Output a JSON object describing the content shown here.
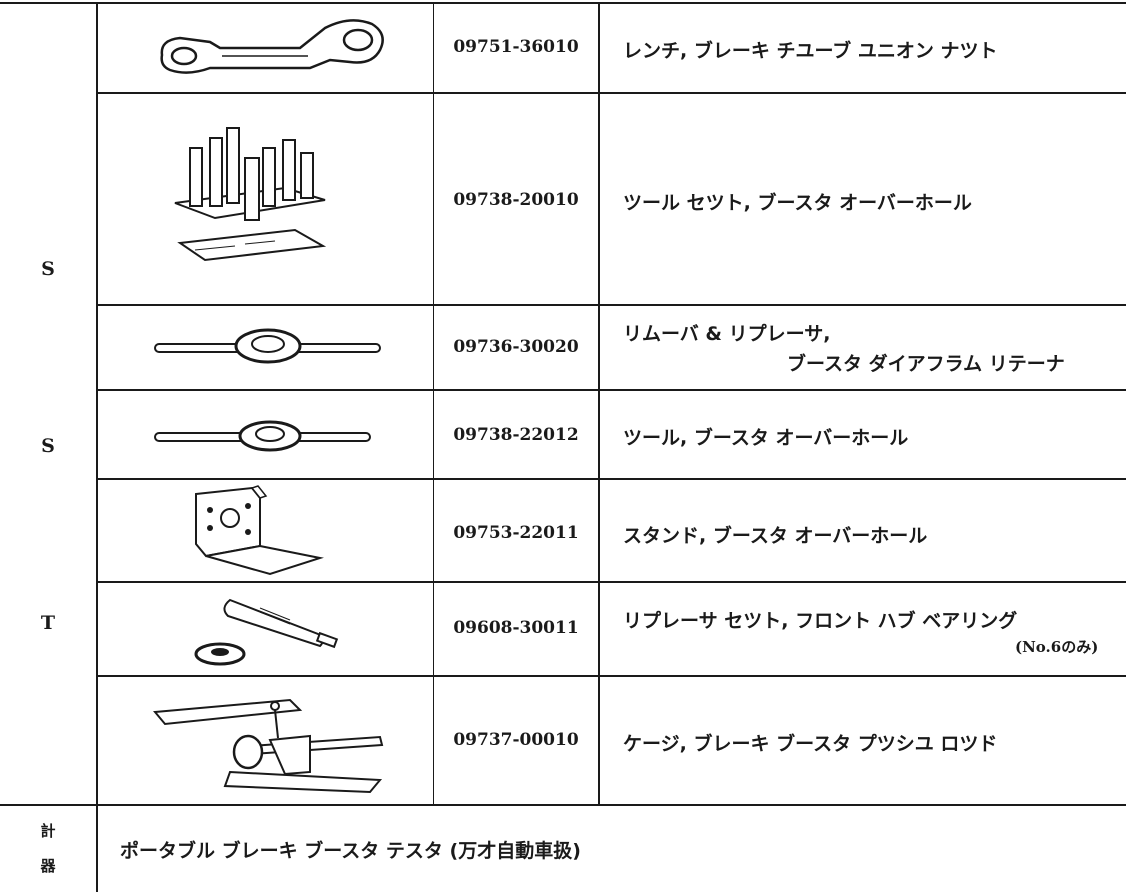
{
  "side_labels": {
    "s1": "S",
    "s2": "S",
    "t": "T"
  },
  "meter_label": {
    "char1": "計",
    "char2": "器"
  },
  "tools": [
    {
      "part_no": "09751-36010",
      "name": "レンチ, ブレーキ チユーブ ユニオン ナツト"
    },
    {
      "part_no": "09738-20010",
      "name": "ツール セツト, ブースタ オーバーホール"
    },
    {
      "part_no": "09736-30020",
      "name_line1": "リムーバ & リプレーサ,",
      "name_line2": "ブースタ ダイアフラム リテーナ"
    },
    {
      "part_no": "09738-22012",
      "name": "ツール, ブースタ オーバーホール"
    },
    {
      "part_no": "09753-22011",
      "name": "スタンド, ブースタ オーバーホール"
    },
    {
      "part_no": "09608-30011",
      "name_line1": "リプレーサ セツト, フロント ハブ ベアリング",
      "note": "(No.6のみ)"
    },
    {
      "part_no": "09737-00010",
      "name": "ケージ, ブレーキ ブースタ プツシユ ロツド"
    }
  ],
  "meter_item": "ポータブル ブレーキ ブースタ テスタ (万才自動車扱)",
  "colors": {
    "ink": "#1a1a1a",
    "paper": "#ffffff"
  }
}
